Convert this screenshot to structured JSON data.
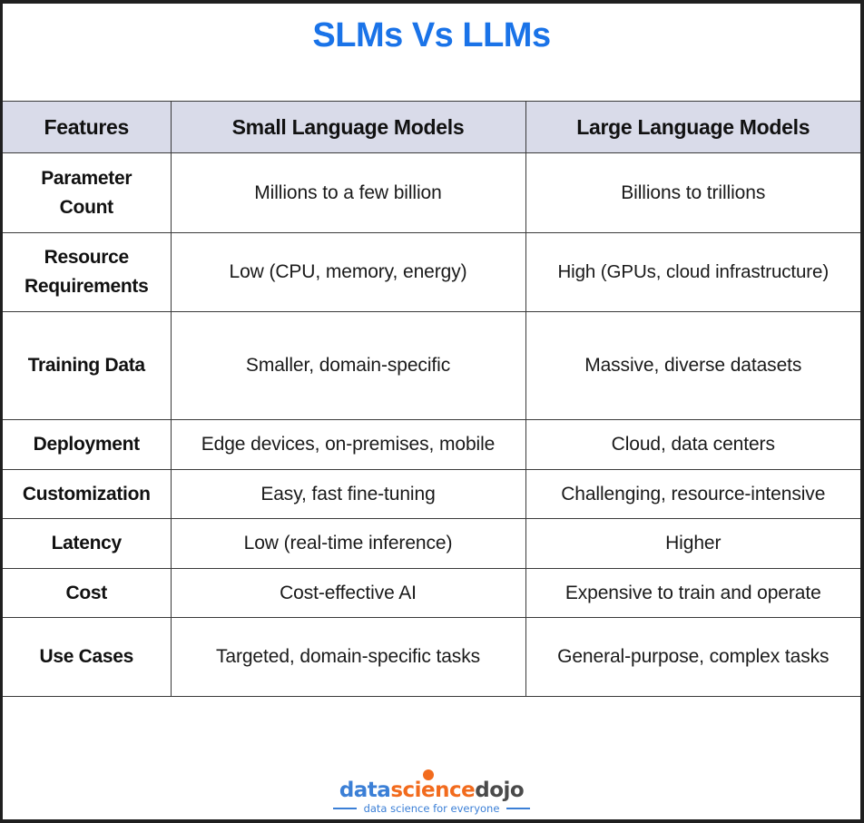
{
  "title": "SLMs Vs LLMs",
  "colors": {
    "title": "#1a73e8",
    "header_bg": "#d9dbe9",
    "frame": "#1f1f1f",
    "logo_blue": "#3b7fd6",
    "logo_orange": "#f26b1d",
    "logo_gray": "#4a4a4a"
  },
  "table": {
    "headers": [
      "Features",
      "Small Language Models",
      "Large Language Models"
    ],
    "rows": [
      {
        "feature": "Parameter Count",
        "slm": "Millions to a few billion",
        "llm": "Billions to trillions"
      },
      {
        "feature": "Resource Requirements",
        "slm": "Low (CPU, memory, energy)",
        "llm": "High (GPUs, cloud infrastructure)"
      },
      {
        "feature": "Training Data",
        "slm": "Smaller, domain-specific",
        "llm": "Massive, diverse datasets"
      },
      {
        "feature": "Deployment",
        "slm": "Edge devices, on-premises, mobile",
        "llm": "Cloud, data centers"
      },
      {
        "feature": "Customization",
        "slm": "Easy, fast fine-tuning",
        "llm": "Challenging, resource-intensive"
      },
      {
        "feature": "Latency",
        "slm": "Low (real-time inference)",
        "llm": "Higher"
      },
      {
        "feature": "Cost",
        "slm": "Cost-effective AI",
        "llm": "Expensive to train and operate"
      },
      {
        "feature": "Use Cases",
        "slm": "Targeted, domain-specific tasks",
        "llm": "General-purpose, complex tasks"
      }
    ]
  },
  "logo": {
    "part1": "data",
    "part2": "science",
    "part3": "dojo",
    "tagline": "data science for everyone",
    "icon": "person-gate-icon"
  }
}
